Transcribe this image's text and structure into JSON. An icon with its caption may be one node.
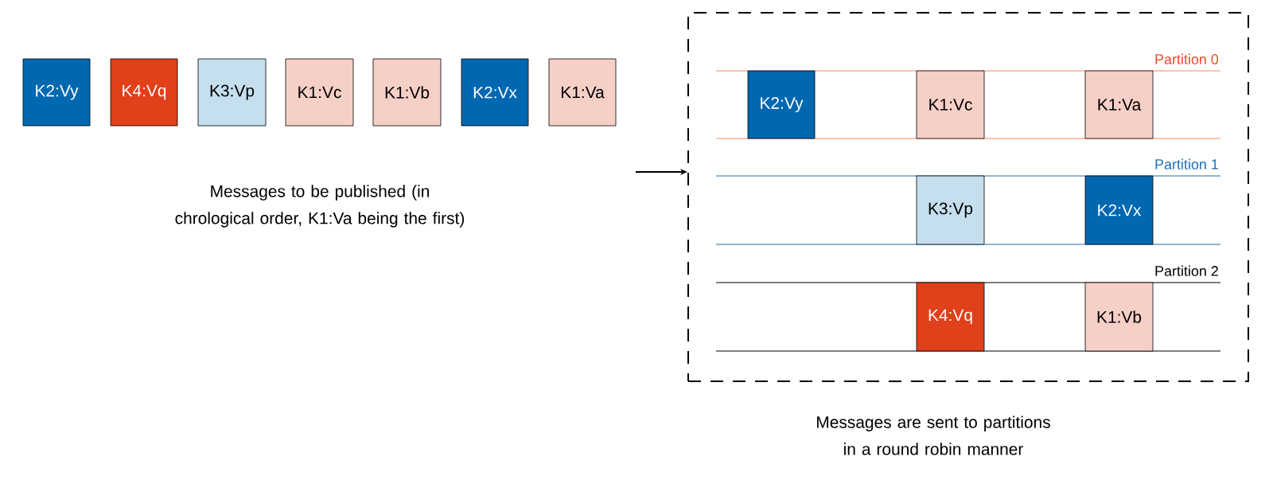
{
  "diagram": {
    "nodes": [
      {
        "text": [
          "K2:Vy"
        ]
      },
      {
        "text": [
          "K4:Vq"
        ]
      },
      {
        "text": [
          "K3:Vp"
        ]
      },
      {
        "text": [
          "K1:Vc"
        ]
      },
      {
        "text": [
          "K1:Vb"
        ]
      },
      {
        "text": [
          "K2:Vx"
        ]
      },
      {
        "text": [
          "K1:Va"
        ]
      },
      {
        "text": [],
        "shape": "box"
      },
      {
        "text": [
          "Partition 0"
        ],
        "in": 7
      },
      {
        "text": [
          "Partition 1"
        ],
        "in": 7
      },
      {
        "text": [
          "Partition 2"
        ],
        "in": 7
      },
      {
        "text": [
          "K2:Vy"
        ],
        "in": 8
      },
      {
        "text": [
          "K1:Vc"
        ],
        "in": 8
      },
      {
        "text": [
          "K1:Va"
        ],
        "in": 8
      },
      {
        "text": [
          "K3:Vp"
        ],
        "in": 9
      },
      {
        "text": [
          "K2:Vx"
        ],
        "in": 9
      },
      {
        "text": [
          "K4:Vq"
        ],
        "in": 10
      },
      {
        "text": [
          "K1:Vb"
        ],
        "in": 10
      }
    ],
    "edges": [
      {
        "from": null,
        "to": 7,
        "arrow": "to"
      }
    ],
    "labels": [
      "Messages to be published (in chrological order, K1:Va being the first)",
      "Messages are sent to partitions in a round robin manner"
    ]
  }
}
